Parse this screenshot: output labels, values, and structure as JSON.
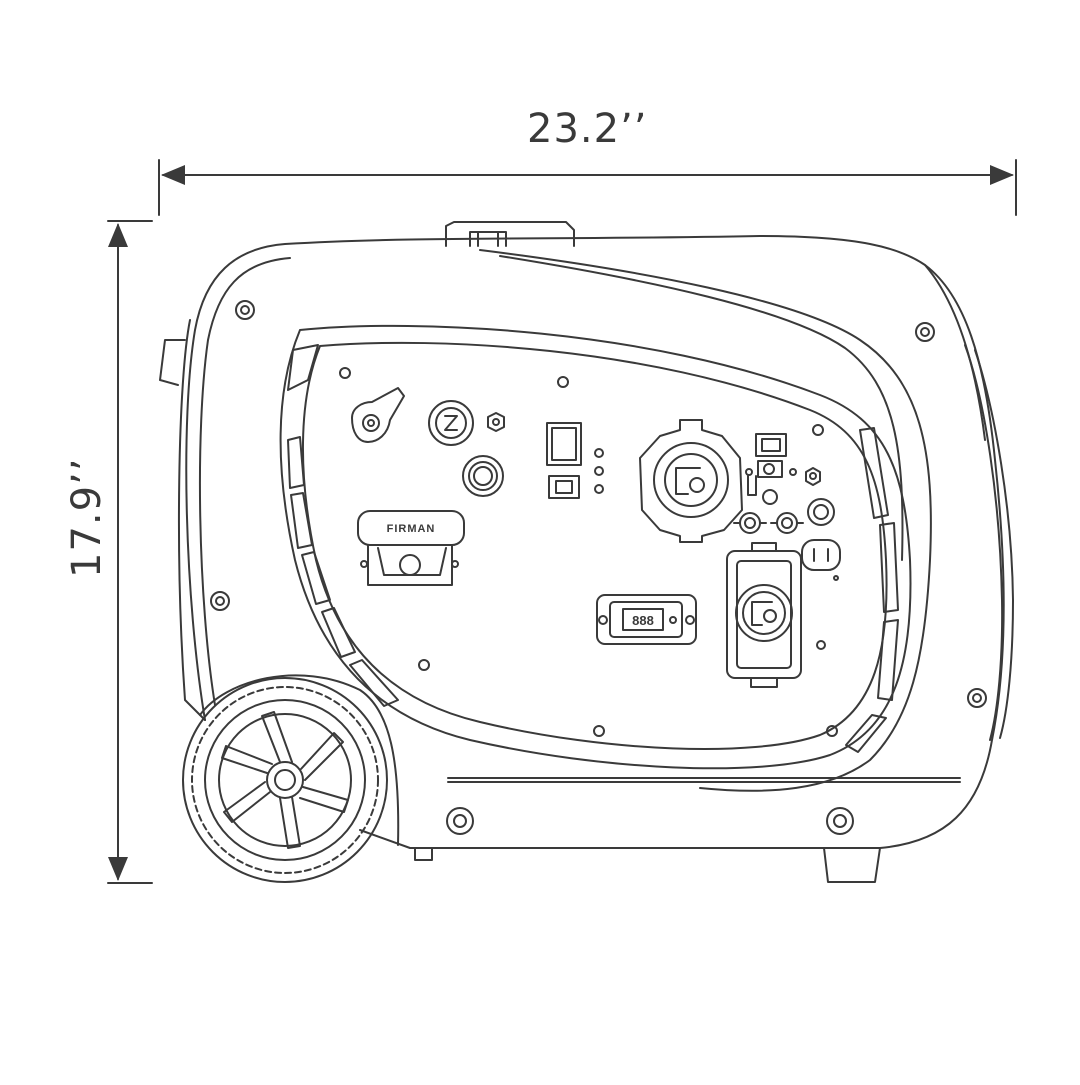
{
  "dimensions": {
    "width": "23.2’’",
    "height": "17.9’’"
  },
  "panel": {
    "brand": "FIRMAN",
    "display_readout": "888"
  },
  "colors": {
    "line": "#3a3a3a",
    "background": "#ffffff"
  }
}
